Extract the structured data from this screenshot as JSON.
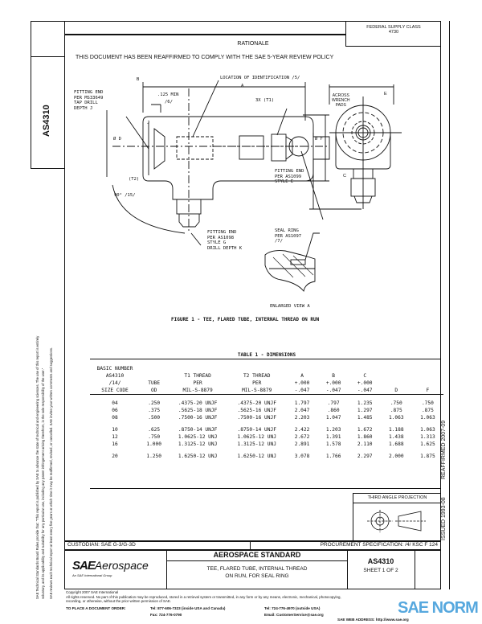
{
  "header": {
    "supply_class_label": "FEDERAL SUPPLY CLASS",
    "supply_class_value": "4730",
    "rationale_title": "RATIONALE",
    "rationale_text": "THIS DOCUMENT HAS BEEN REAFFIRMED TO COMPLY WITH THE SAE 5-YEAR REVIEW POLICY"
  },
  "left_strip": {
    "doc_number": "AS4310",
    "legal_1": "SAE Technical Standards Board Rules provide that: \"This report is published by SAE to advance the state of technical and engineering sciences. The use of this report is entirely",
    "legal_2": "voluntary, and its applicability and suitability for any particular use, including any patent infringement arising therefrom, is the sole responsibility of the user.\"",
    "legal_3": "SAE reviews each technical report at least every five years at which time it may be reaffirmed, revised, or cancelled. SAE invites your written comments and suggestions."
  },
  "right_strip": {
    "issued": "ISSUED 1993-08",
    "reaffirmed": "REAFFIRMED 2007-09"
  },
  "figure": {
    "labels": {
      "b": "B",
      "a": "A",
      "loc_id": "LOCATION OF IDENTIFICATION /5/",
      "min": ".125 MIN",
      "min_note": "/6/",
      "fit1": "FITTING END",
      "fit1b": "PER MS33649",
      "fit1c": "TAP DRILL",
      "fit1d": "DEPTH J",
      "j": "J",
      "d": "Ø D",
      "t1": "3X (T1)",
      "f": "Ø F",
      "t2": "(T2)",
      "angle": "90° /15/",
      "fit2": "FITTING END",
      "fit2b": "PER AS1099",
      "fit2c": "STYLE E",
      "fit3": "FITTING END",
      "fit3b": "PER AS1098",
      "fit3c": "STYLE G",
      "fit3d": "DRILL DEPTH K",
      "seal": "SEAL RING",
      "sealb": "PER AS1097",
      "sealc": "/7/",
      "across": "ACROSS",
      "wrench": "WRENCH",
      "pads": "PADS",
      "e": "E",
      "c": "C",
      "enlarged": "ENLARGED VIEW A"
    },
    "caption": "FIGURE 1 - TEE, FLARED TUBE, INTERNAL THREAD ON RUN"
  },
  "table": {
    "title": "TABLE 1 - DIMENSIONS",
    "headers": [
      [
        "BASIC NUMBER",
        "",
        "",
        "",
        "",
        "",
        "",
        "",
        ""
      ],
      [
        "AS4310",
        "",
        "T1 THREAD",
        "T2 THREAD",
        "A",
        "B",
        "C",
        "",
        ""
      ],
      [
        "/14/",
        "TUBE",
        "PER",
        "PER",
        "+.000",
        "+.000",
        "+.000",
        "",
        ""
      ],
      [
        "SIZE CODE",
        "OD",
        "MIL-S-8879",
        "MIL-S-8879",
        "-.047",
        "-.047",
        "-.047",
        "D",
        "F"
      ]
    ],
    "rows": [
      [
        "04",
        ".250",
        ".4375-20 UNJF",
        ".4375-20 UNJF",
        "1.797",
        ".797",
        "1.235",
        ".750",
        ".750"
      ],
      [
        "06",
        ".375",
        ".5625-18 UNJF",
        ".5625-16 UNJF",
        "2.047",
        ".860",
        "1.297",
        ".875",
        ".875"
      ],
      [
        "08",
        ".500",
        ".7500-16 UNJF",
        ".7500-16 UNJF",
        "2.203",
        "1.047",
        "1.485",
        "1.063",
        "1.063"
      ],
      [
        "10",
        ".625",
        ".8750-14 UNJF",
        ".8750-14 UNJF",
        "2.422",
        "1.203",
        "1.672",
        "1.188",
        "1.063"
      ],
      [
        "12",
        ".750",
        "1.0625-12 UNJ",
        "1.0625-12 UNJ",
        "2.672",
        "1.391",
        "1.860",
        "1.438",
        "1.313"
      ],
      [
        "16",
        "1.000",
        "1.3125-12 UNJ",
        "1.3125-12 UNJ",
        "2.891",
        "1.578",
        "2.110",
        "1.688",
        "1.625"
      ],
      [
        "20",
        "1.250",
        "1.6250-12 UNJ",
        "1.6250-12 UNJ",
        "3.078",
        "1.766",
        "2.297",
        "2.000",
        "1.875"
      ]
    ]
  },
  "projection": {
    "label": "THIRD ANGLE PROJECTION"
  },
  "title_block": {
    "custodian": "CUSTODIAN: SAE G-3/G-3D",
    "procurement": "PROCUREMENT SPECIFICATION: /4/ KSC F 124",
    "logo_sae": "SAE",
    "logo_aero": "Aerospace",
    "logo_sub": "An SAE International Group",
    "standard": "AEROSPACE STANDARD",
    "title_1": "TEE, FLARED TUBE, INTERNAL THREAD",
    "title_2": "ON RUN, FOR SEAL RING",
    "doc_number": "AS4310",
    "sheet": "SHEET 1 OF 2"
  },
  "footer": {
    "copyright": "Copyright 2007 SAE International",
    "rights_1": "All rights reserved. No part of this publication may be reproduced, stored in a retrieval system or transmitted, in any form or by any means, electronic, mechanical, photocopying,",
    "rights_2": "recording, or otherwise, without the prior written permission of SAE.",
    "order_label": "TO PLACE A DOCUMENT ORDER:",
    "tel_us": "Tel: 877-606-7323 (inside USA and Canada)",
    "tel_intl": "Tel: 724-776-4970 (outside USA)",
    "fax": "Fax: 724-776-0790",
    "email": "Email: CustomerService@sae.org",
    "web": "SAE WEB ADDRESS: http://www.sae.org"
  },
  "watermark": {
    "text": "SAE NORM"
  },
  "colors": {
    "ink": "#111111",
    "watermark": "#3a9ad9"
  }
}
